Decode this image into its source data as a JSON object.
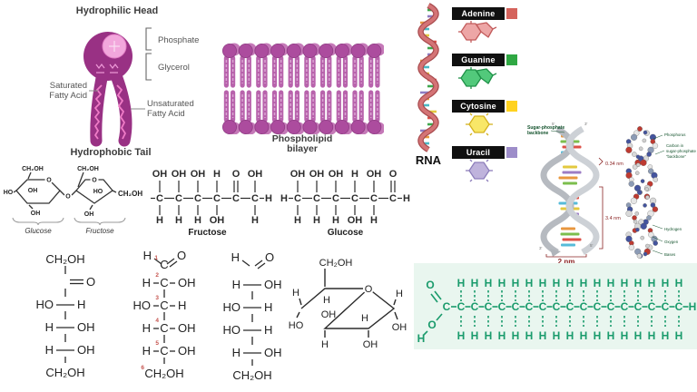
{
  "phospholipid": {
    "title": "Hydrophilic Head",
    "phosphate": "Phosphate",
    "glycerol": "Glycerol",
    "saturated1": "Saturated",
    "saturated2": "Fatty Acid",
    "unsaturated1": "Unsaturated",
    "unsaturated2": "Fatty Acid",
    "tail": "Hydrophobic Tail",
    "head_color": "#993184",
    "inner_color": "#F2A7DC",
    "zigzag_color": "#F07CC7"
  },
  "bilayer": {
    "line1": "Phospholipid",
    "line2": "bilayer",
    "head_color": "#AC4C9E",
    "tail_color": "#B863AC",
    "columns": 10
  },
  "rna": {
    "label": "RNA",
    "ribbon_color": "#C75F63",
    "rung_colors": [
      "#3FA74D",
      "#8E7CC3",
      "#E8973F",
      "#4BB8C4",
      "#E3C93F",
      "#DD5147"
    ],
    "bases": [
      {
        "name": "Adenine",
        "swatch": "#D5635C",
        "fill": "#EDA6A6",
        "stroke": "#C25B5B",
        "type": "purine"
      },
      {
        "name": "Guanine",
        "swatch": "#2FA843",
        "fill": "#52C97B",
        "stroke": "#1F9148",
        "type": "purine"
      },
      {
        "name": "Cytosine",
        "swatch": "#FFD21F",
        "fill": "#F8E768",
        "stroke": "#D4B21F",
        "type": "pyrimidine"
      },
      {
        "name": "Uracil",
        "swatch": "#9D8DC9",
        "fill": "#BFB3DC",
        "stroke": "#8D7EBB",
        "type": "pyrimidine"
      }
    ]
  },
  "dna": {
    "backbone1": "Sugar-phosphate",
    "backbone2": "backbone",
    "rise": "0.34 nm",
    "turn": "3.4 nm",
    "diameter": "2 nm",
    "p5_top": "5'",
    "p3_top": "3'",
    "p3_bot": "3'",
    "p5_bot": "5'",
    "bar_colors": [
      "#E8973F",
      "#7CBE4D",
      "#DD5147",
      "#56BBD9",
      "#E3C93F",
      "#9C7CC4"
    ],
    "model_labels": [
      "Phosphorus",
      "Carbon in",
      "sugar-phosphate",
      "“backbone”",
      "Hydrogen",
      "Oxygen",
      "Bases"
    ],
    "atom_colors": [
      "#BE3A31",
      "#D9D9D9",
      "#44549E",
      "#BE3A31",
      "#E6E6E6",
      "#8C9BB5",
      "#44549E",
      "#D9D9D9"
    ]
  },
  "sucrose": {
    "glucose": "Glucose",
    "fructose": "Fructose",
    "bridge_o": "O",
    "g": {
      "ch2oh": "CH₂OH",
      "o": "O",
      "ho": "HO",
      "oh_in": "OH",
      "oh_bot": "OH"
    },
    "f": {
      "ch2oh_top": "CH₂OH",
      "o": "O",
      "ho_in": "HO",
      "oh_bot": "OH",
      "ch2oh_right": "CH₂OH"
    }
  },
  "chains": {
    "fructose": {
      "label": "Fructose",
      "c": "C",
      "left": "",
      "right": "H",
      "top": [
        "OH",
        "OH",
        "OH",
        "H",
        "O",
        "OH"
      ],
      "bottom": [
        "H",
        "H",
        "H",
        "OH",
        "",
        "H"
      ],
      "dbl": 4
    },
    "glucose": {
      "label": "Glucose",
      "c": "C",
      "left": "H",
      "right": "H",
      "top": [
        "OH",
        "OH",
        "OH",
        "H",
        "OH",
        "O"
      ],
      "bottom": [
        "H",
        "H",
        "H",
        "OH",
        "H",
        ""
      ],
      "dbl": 5
    }
  },
  "fischer": {
    "a": {
      "rows": [
        {
          "lbl": "CH₂OH"
        },
        {
          "dblO": "O"
        },
        {
          "l": "HO",
          "r": "H"
        },
        {
          "l": "H",
          "r": "OH"
        },
        {
          "l": "H",
          "r": "OH"
        },
        {
          "lbl": "CH₂OH"
        }
      ]
    },
    "b": {
      "rows": [
        {
          "ald": 1,
          "l": "H",
          "r": "O",
          "num": "1",
          "C": 1
        },
        {
          "l": "H",
          "r": "OH",
          "num": "2",
          "C": 1
        },
        {
          "l": "HO",
          "r": "H",
          "num": "3",
          "C": 1
        },
        {
          "l": "H",
          "r": "OH",
          "num": "4",
          "C": 1
        },
        {
          "l": "H",
          "r": "OH",
          "num": "5",
          "C": 1
        },
        {
          "lbl": "CH₂OH",
          "num": "6"
        }
      ],
      "num_color": "#C65550"
    },
    "c": {
      "rows": [
        {
          "ald": 1,
          "l": "H",
          "r": "O"
        },
        {
          "l": "H",
          "r": "OH"
        },
        {
          "l": "HO",
          "r": "H"
        },
        {
          "l": "HO",
          "r": "H"
        },
        {
          "l": "H",
          "r": "OH"
        },
        {
          "lbl": "CH₂OH"
        }
      ]
    }
  },
  "haworth": {
    "ch2oh": "CH₂OH",
    "o": "O",
    "tl_h": "H",
    "l_h": "H",
    "l_ho": "HO",
    "r_h": "H",
    "r_oh": "OH",
    "br_h": "H",
    "br_oh": "OH",
    "bl_oh": "OH",
    "bl_h": "H"
  },
  "fatty_acid": {
    "o": "O",
    "c": "C",
    "h": "H",
    "chain_carbons": 17,
    "color": "#1A9B6C",
    "bg": "#E9F6EF"
  }
}
